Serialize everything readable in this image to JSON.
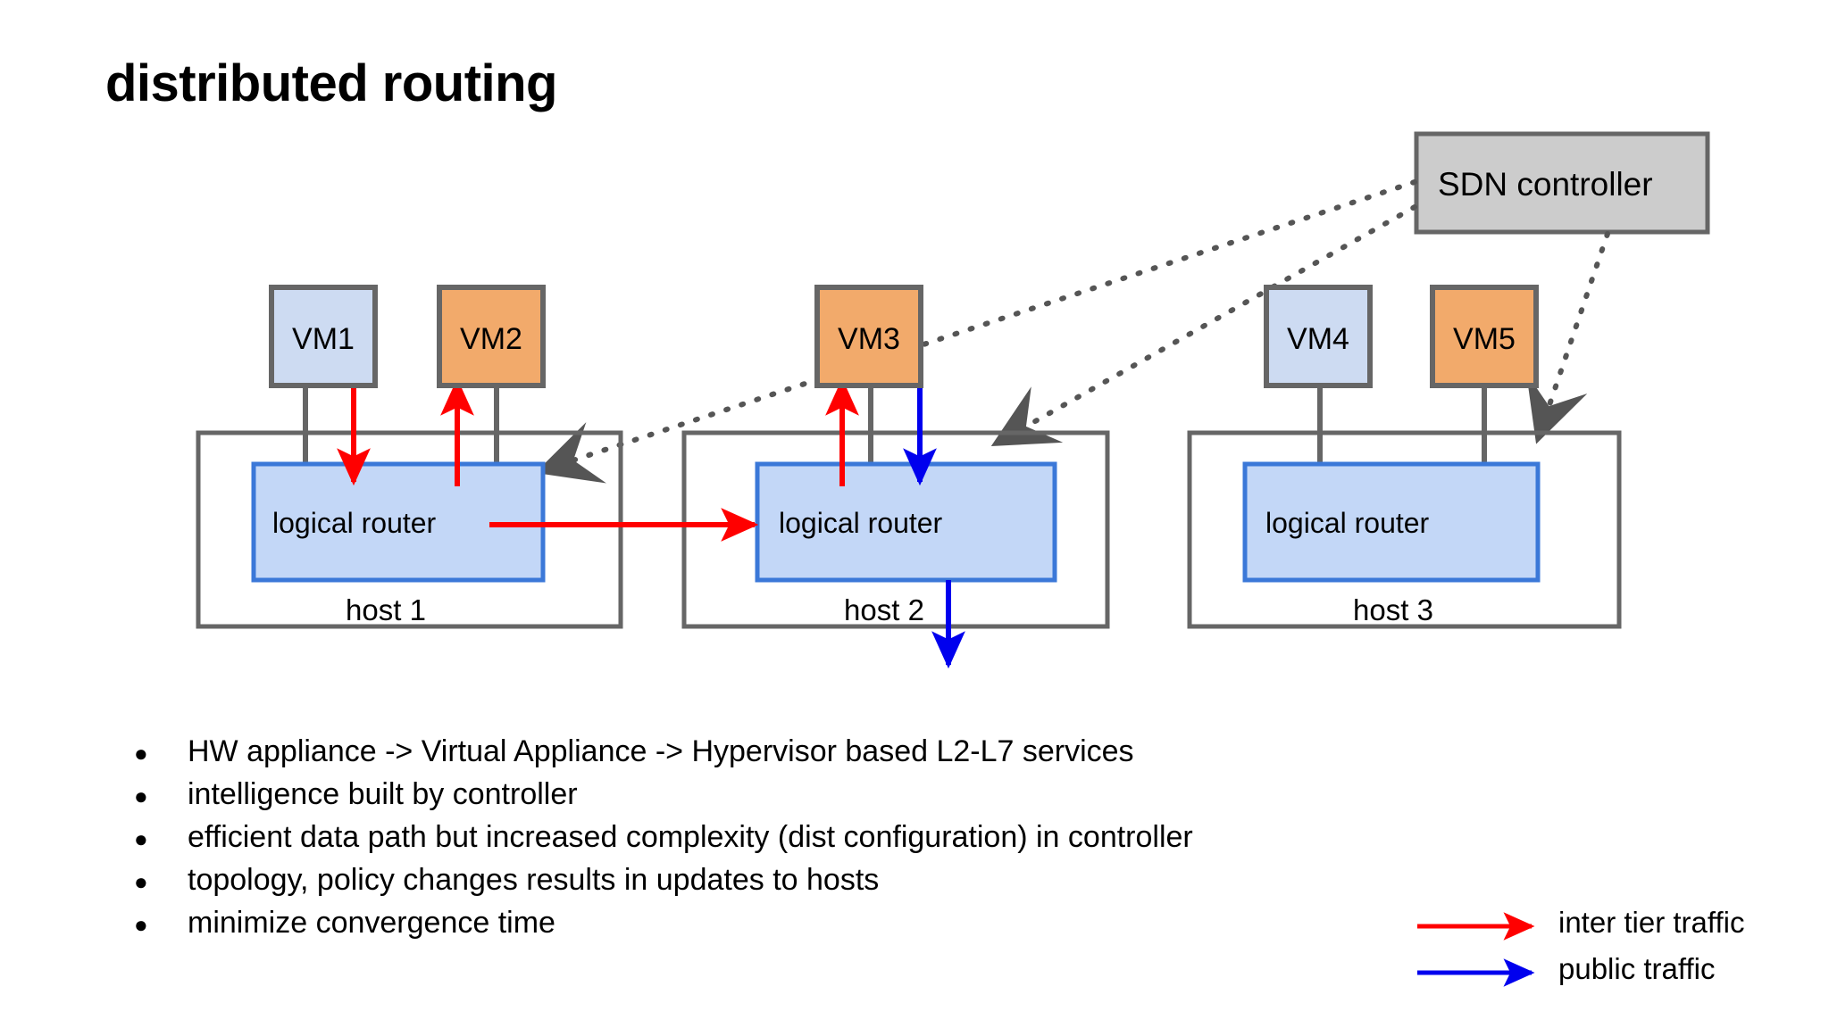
{
  "slide": {
    "title": "distributed routing",
    "background": "#ffffff"
  },
  "controller": {
    "label": "SDN controller",
    "fill": "#cccccc",
    "stroke": "#666666"
  },
  "vms": [
    {
      "label": "VM1",
      "fill": "#cddbf2",
      "stroke": "#666666"
    },
    {
      "label": "VM2",
      "fill": "#f2aa6b",
      "stroke": "#666666"
    },
    {
      "label": "VM3",
      "fill": "#f2aa6b",
      "stroke": "#666666"
    },
    {
      "label": "VM4",
      "fill": "#cddbf2",
      "stroke": "#666666"
    },
    {
      "label": "VM5",
      "fill": "#f2aa6b",
      "stroke": "#666666"
    }
  ],
  "hosts": [
    {
      "label": "host 1",
      "router_label": "logical router"
    },
    {
      "label": "host 2",
      "router_label": "logical router"
    },
    {
      "label": "host 3",
      "router_label": "logical router"
    }
  ],
  "router_style": {
    "fill": "#c3d7f7",
    "stroke": "#3b78d8"
  },
  "host_style": {
    "fill": "none",
    "stroke": "#666666"
  },
  "link_style": {
    "stroke": "#666666"
  },
  "traffic_colors": {
    "inter_tier": "#ff0000",
    "public": "#0000ee",
    "control": "#555555"
  },
  "bullets": [
    "HW appliance -> Virtual Appliance -> Hypervisor based L2-L7 services",
    "intelligence built by controller",
    "efficient data path but increased complexity (dist configuration) in controller",
    "topology, policy changes results in updates to hosts",
    "minimize convergence time"
  ],
  "bullet_marker": "●",
  "legend": [
    {
      "label": "inter tier traffic",
      "color": "#ff0000"
    },
    {
      "label": "public traffic",
      "color": "#0000ee"
    }
  ]
}
